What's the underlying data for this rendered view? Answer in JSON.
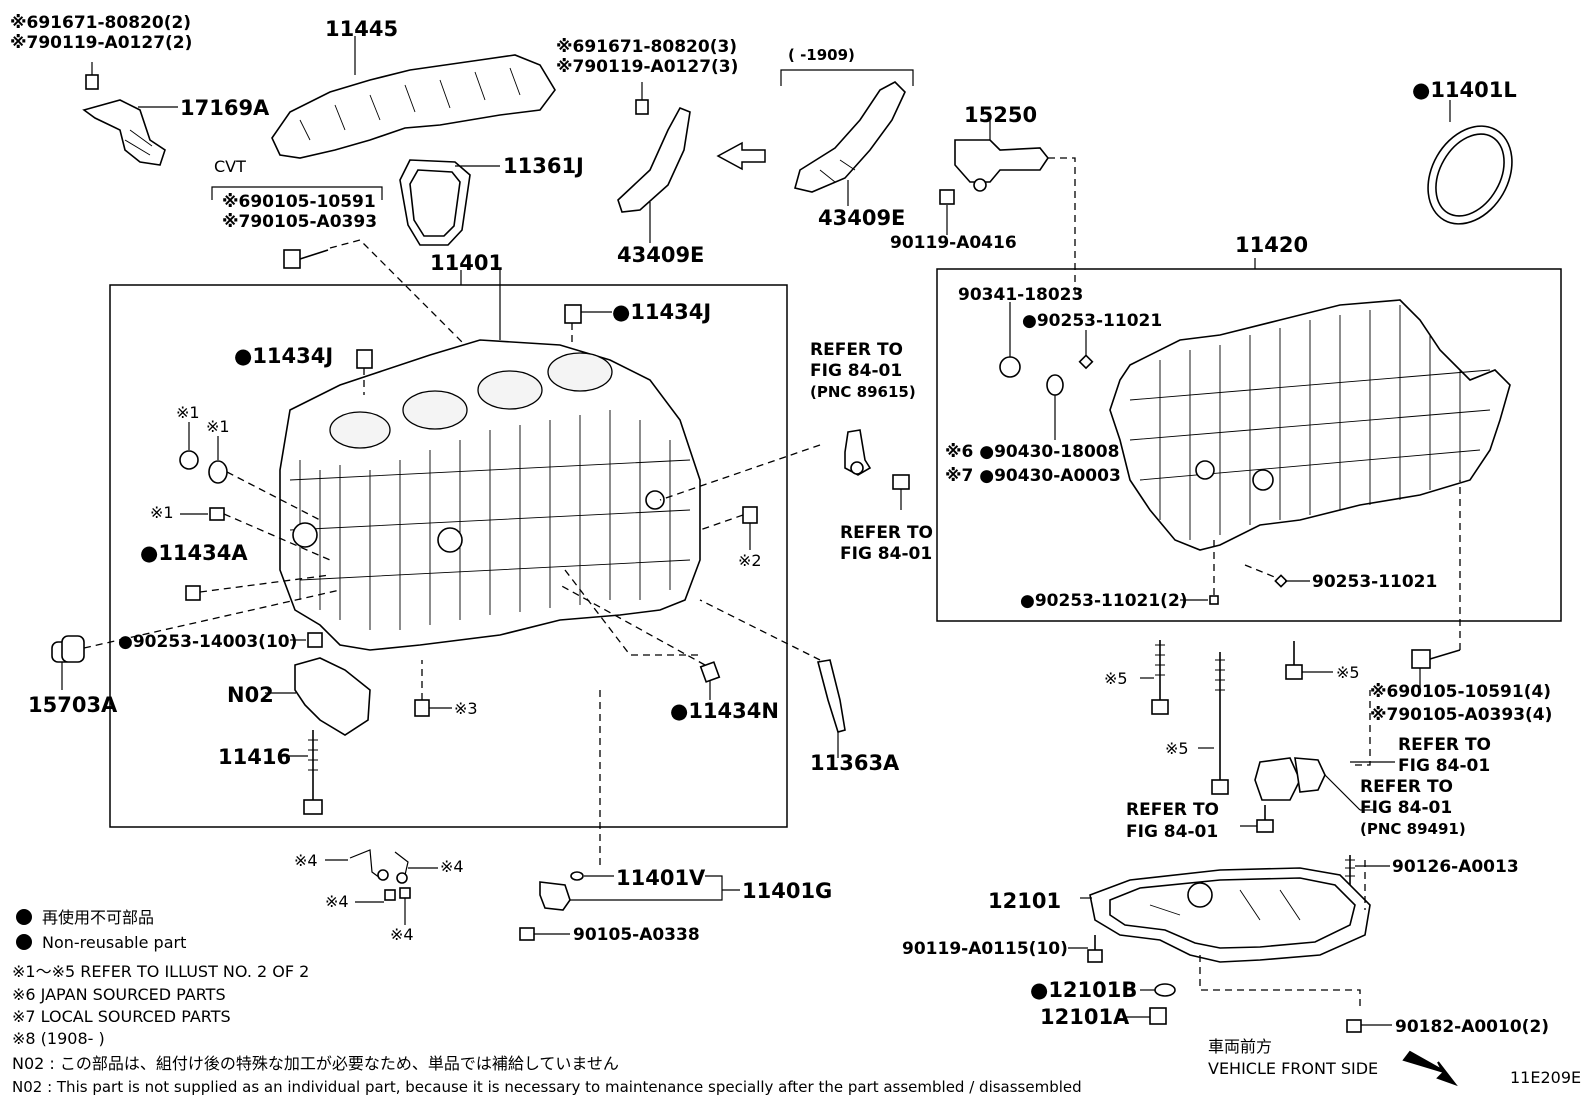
{
  "diagram_code": "11E209E",
  "labels": [
    {
      "id": "p691671-80820-2",
      "text": "※691671-80820(2)"
    },
    {
      "id": "p790119-A0127-2",
      "text": "※790119-A0127(2)"
    },
    {
      "id": "p17169A",
      "text": "17169A"
    },
    {
      "id": "p11445",
      "text": "11445"
    },
    {
      "id": "p691671-80820-3",
      "text": "※691671-80820(3)"
    },
    {
      "id": "p790119-A0127-3",
      "text": "※790119-A0127(3)"
    },
    {
      "id": "p1909",
      "text": "(      -1909)"
    },
    {
      "id": "p15250",
      "text": "15250"
    },
    {
      "id": "p11401L",
      "text": "●11401L"
    },
    {
      "id": "pCVT",
      "text": "CVT"
    },
    {
      "id": "p11361J",
      "text": "11361J"
    },
    {
      "id": "p690105-10591",
      "text": "※690105-10591"
    },
    {
      "id": "p790105-A0393",
      "text": "※790105-A0393"
    },
    {
      "id": "p43409E-a",
      "text": "43409E"
    },
    {
      "id": "p43409E-b",
      "text": "43409E"
    },
    {
      "id": "p90119-A0416",
      "text": "90119-A0416"
    },
    {
      "id": "p11401",
      "text": "11401"
    },
    {
      "id": "p11420",
      "text": "11420"
    },
    {
      "id": "p11434J-a",
      "text": "●11434J"
    },
    {
      "id": "p90341-18023",
      "text": "90341-18023"
    },
    {
      "id": "p90253-11021-a",
      "text": "●90253-11021"
    },
    {
      "id": "p11434J-b",
      "text": "●11434J"
    },
    {
      "id": "pRefer1a",
      "text": "REFER TO"
    },
    {
      "id": "pRefer1b",
      "text": "FIG 84-01"
    },
    {
      "id": "pRefer1c",
      "text": "(PNC 89615)"
    },
    {
      "id": "pX1a",
      "text": "※1"
    },
    {
      "id": "pX1b",
      "text": "※1"
    },
    {
      "id": "p90430-18008",
      "text": "※6 ●90430-18008"
    },
    {
      "id": "p90430-A0003",
      "text": "※7 ●90430-A0003"
    },
    {
      "id": "pX1c",
      "text": "※1"
    },
    {
      "id": "pRefer2a",
      "text": "REFER TO"
    },
    {
      "id": "pRefer2b",
      "text": "FIG 84-01"
    },
    {
      "id": "p11434A",
      "text": "●11434A"
    },
    {
      "id": "pX2",
      "text": "※2"
    },
    {
      "id": "p90253-11021-b",
      "text": "90253-11021"
    },
    {
      "id": "p90253-11021-2",
      "text": "●90253-11021(2)"
    },
    {
      "id": "p90253-14003",
      "text": "●90253-14003(10)"
    },
    {
      "id": "p15703A",
      "text": "15703A"
    },
    {
      "id": "pN02",
      "text": "N02"
    },
    {
      "id": "pX5a",
      "text": "※5"
    },
    {
      "id": "pX5b",
      "text": "※5"
    },
    {
      "id": "p690105-10591-4",
      "text": "※690105-10591(4)"
    },
    {
      "id": "p790105-A0393-4",
      "text": "※790105-A0393(4)"
    },
    {
      "id": "pX3",
      "text": "※3"
    },
    {
      "id": "p11434N",
      "text": "●11434N"
    },
    {
      "id": "p11416",
      "text": "11416"
    },
    {
      "id": "p11363A",
      "text": "11363A"
    },
    {
      "id": "pX5c",
      "text": "※5"
    },
    {
      "id": "pRefer3a",
      "text": "REFER TO"
    },
    {
      "id": "pRefer3b",
      "text": "FIG 84-01"
    },
    {
      "id": "pRefer4a",
      "text": "REFER TO"
    },
    {
      "id": "pRefer4b",
      "text": "FIG 84-01"
    },
    {
      "id": "pRefer4c",
      "text": "(PNC 89491)"
    },
    {
      "id": "pRefer5a",
      "text": "REFER TO"
    },
    {
      "id": "pRefer5b",
      "text": "FIG 84-01"
    },
    {
      "id": "pX4a",
      "text": "※4"
    },
    {
      "id": "pX4b",
      "text": "※4"
    },
    {
      "id": "pX4c",
      "text": "※4"
    },
    {
      "id": "pX4d",
      "text": "※4"
    },
    {
      "id": "p11401V",
      "text": "11401V"
    },
    {
      "id": "p11401G",
      "text": "11401G"
    },
    {
      "id": "p90105-A0338",
      "text": "90105-A0338"
    },
    {
      "id": "p90126-A0013",
      "text": "90126-A0013"
    },
    {
      "id": "p12101",
      "text": "12101"
    },
    {
      "id": "p90119-A0115",
      "text": "90119-A0115(10)"
    },
    {
      "id": "p12101B",
      "text": "●12101B"
    },
    {
      "id": "p12101A",
      "text": "12101A"
    },
    {
      "id": "p90182-A0010",
      "text": "90182-A0010(2)"
    }
  ],
  "legend": {
    "jp_nonreusable": "再使用不可部品",
    "en_nonreusable": "Non-reusable part",
    "note1": "※1～※5  REFER TO ILLUST NO. 2 OF 2",
    "note6": "※6 JAPAN SOURCED PARTS",
    "note7": "※7 LOCAL SOURCED PARTS",
    "note8": "※8 (1908-       )",
    "n02_jp": "N02 : この部品は、組付け後の特殊な加工が必要なため、単品では補給していません",
    "n02_en": "N02 : This part is not supplied as an individual part, because it is necessary to maintenance specially after the part assembled / disassembled"
  },
  "front": {
    "jp": "車両前方",
    "en": "VEHICLE FRONT SIDE"
  }
}
